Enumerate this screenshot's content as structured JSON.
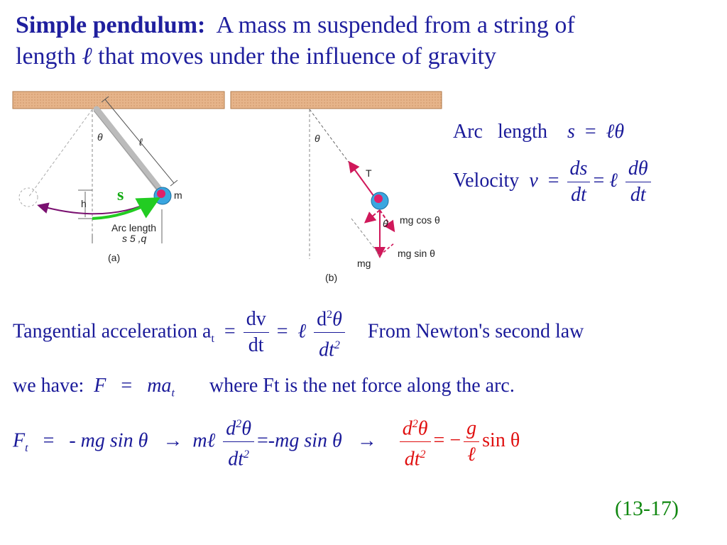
{
  "title": {
    "term": "Simple pendulum:",
    "line1": "A mass m suspended from a string of",
    "line2_pre": "length",
    "ell": "ℓ",
    "line2_post": "that moves under the influence of gravity"
  },
  "figure": {
    "theta": "θ",
    "ell": "ℓ",
    "m": "m",
    "h": "h",
    "s": "s",
    "arc_label": "Arc length",
    "arc_formula": "s 5 ,q",
    "part_a": "(a)",
    "tension": "T",
    "mg": "mg",
    "mg_cos": "mg cos θ",
    "mg_sin": "mg sin θ",
    "part_b": "(b)"
  },
  "arc": {
    "label": "Arc   length",
    "lhs": "s",
    "eq": "=",
    "rhs": "ℓθ"
  },
  "velocity": {
    "label": "Velocity",
    "lhs": "v",
    "eq1": "=",
    "num1": "ds",
    "den1": "dt",
    "eq2": "=",
    "ell": "ℓ",
    "num2": "dθ",
    "den2": "dt"
  },
  "tangential": {
    "label": "Tangential acceleration a",
    "sub": "t",
    "eq1": "=",
    "num1": "dv",
    "den1": "dt",
    "eq2": "=",
    "ell": "ℓ",
    "num2_d": "d",
    "num2_exp": "2",
    "num2_theta": "θ",
    "den2_dt": "dt",
    "den2_exp": "2",
    "note": "From Newton's second law"
  },
  "newton": {
    "pre": "we have:",
    "F": "F",
    "eq": "=",
    "ma": "ma",
    "sub": "t",
    "note": "where Ft is the net force along the arc."
  },
  "final": {
    "F": "F",
    "Fsub": "t",
    "eq1": "=",
    "rhs1": "- mg sin θ",
    "arrow1": "→",
    "mell": "mℓ",
    "num_d": "d",
    "num_exp": "2",
    "num_theta": "θ",
    "den_dt": "dt",
    "den_exp": "2",
    "eq2": "=",
    "rhs2": "-mg sin θ",
    "arrow2": "→",
    "red_num_d": "d",
    "red_num_exp": "2",
    "red_num_theta": "θ",
    "red_den_dt": "dt",
    "red_den_exp": "2",
    "red_eq": "= −",
    "g": "g",
    "red_ell": "ℓ",
    "red_sin": "sin θ"
  },
  "ref": "(13-17)"
}
